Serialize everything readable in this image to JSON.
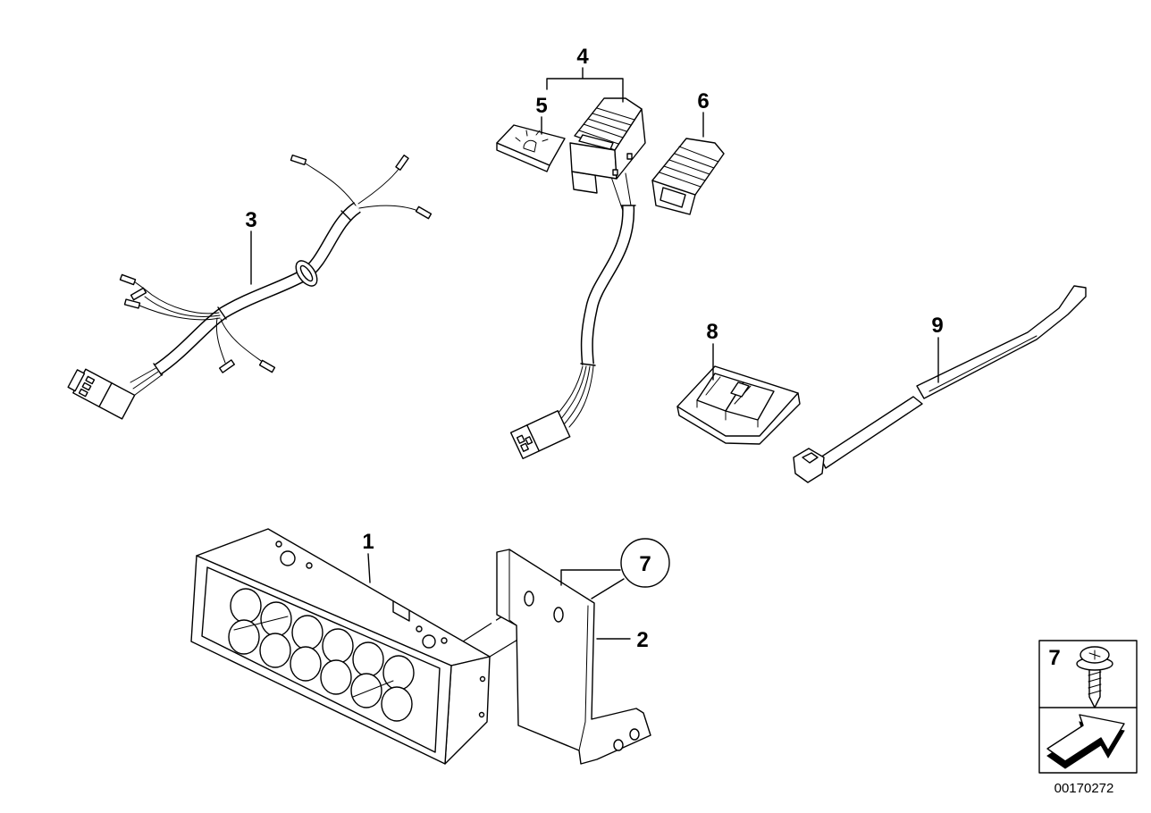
{
  "diagram": {
    "id": "00170272",
    "line_color": "#000000",
    "background_color": "#ffffff"
  },
  "callouts": {
    "p1": "1",
    "p2": "2",
    "p3": "3",
    "p4": "4",
    "p5": "5",
    "p6": "6",
    "p7": "7",
    "p8": "8",
    "p9": "9"
  },
  "legend": {
    "item": "7",
    "screw_icon": "screw-icon",
    "arrow_icon": "arrow-icon"
  },
  "icons": {
    "part_1": "light-unit-icon",
    "part_2": "mounting-bracket-icon",
    "part_3": "wiring-harness-icon",
    "part_4": "switch-with-cable-icon",
    "part_5": "cover-plate-icon",
    "part_6": "switch-cap-icon",
    "part_8": "cable-holder-icon",
    "part_9": "cable-tie-icon"
  }
}
